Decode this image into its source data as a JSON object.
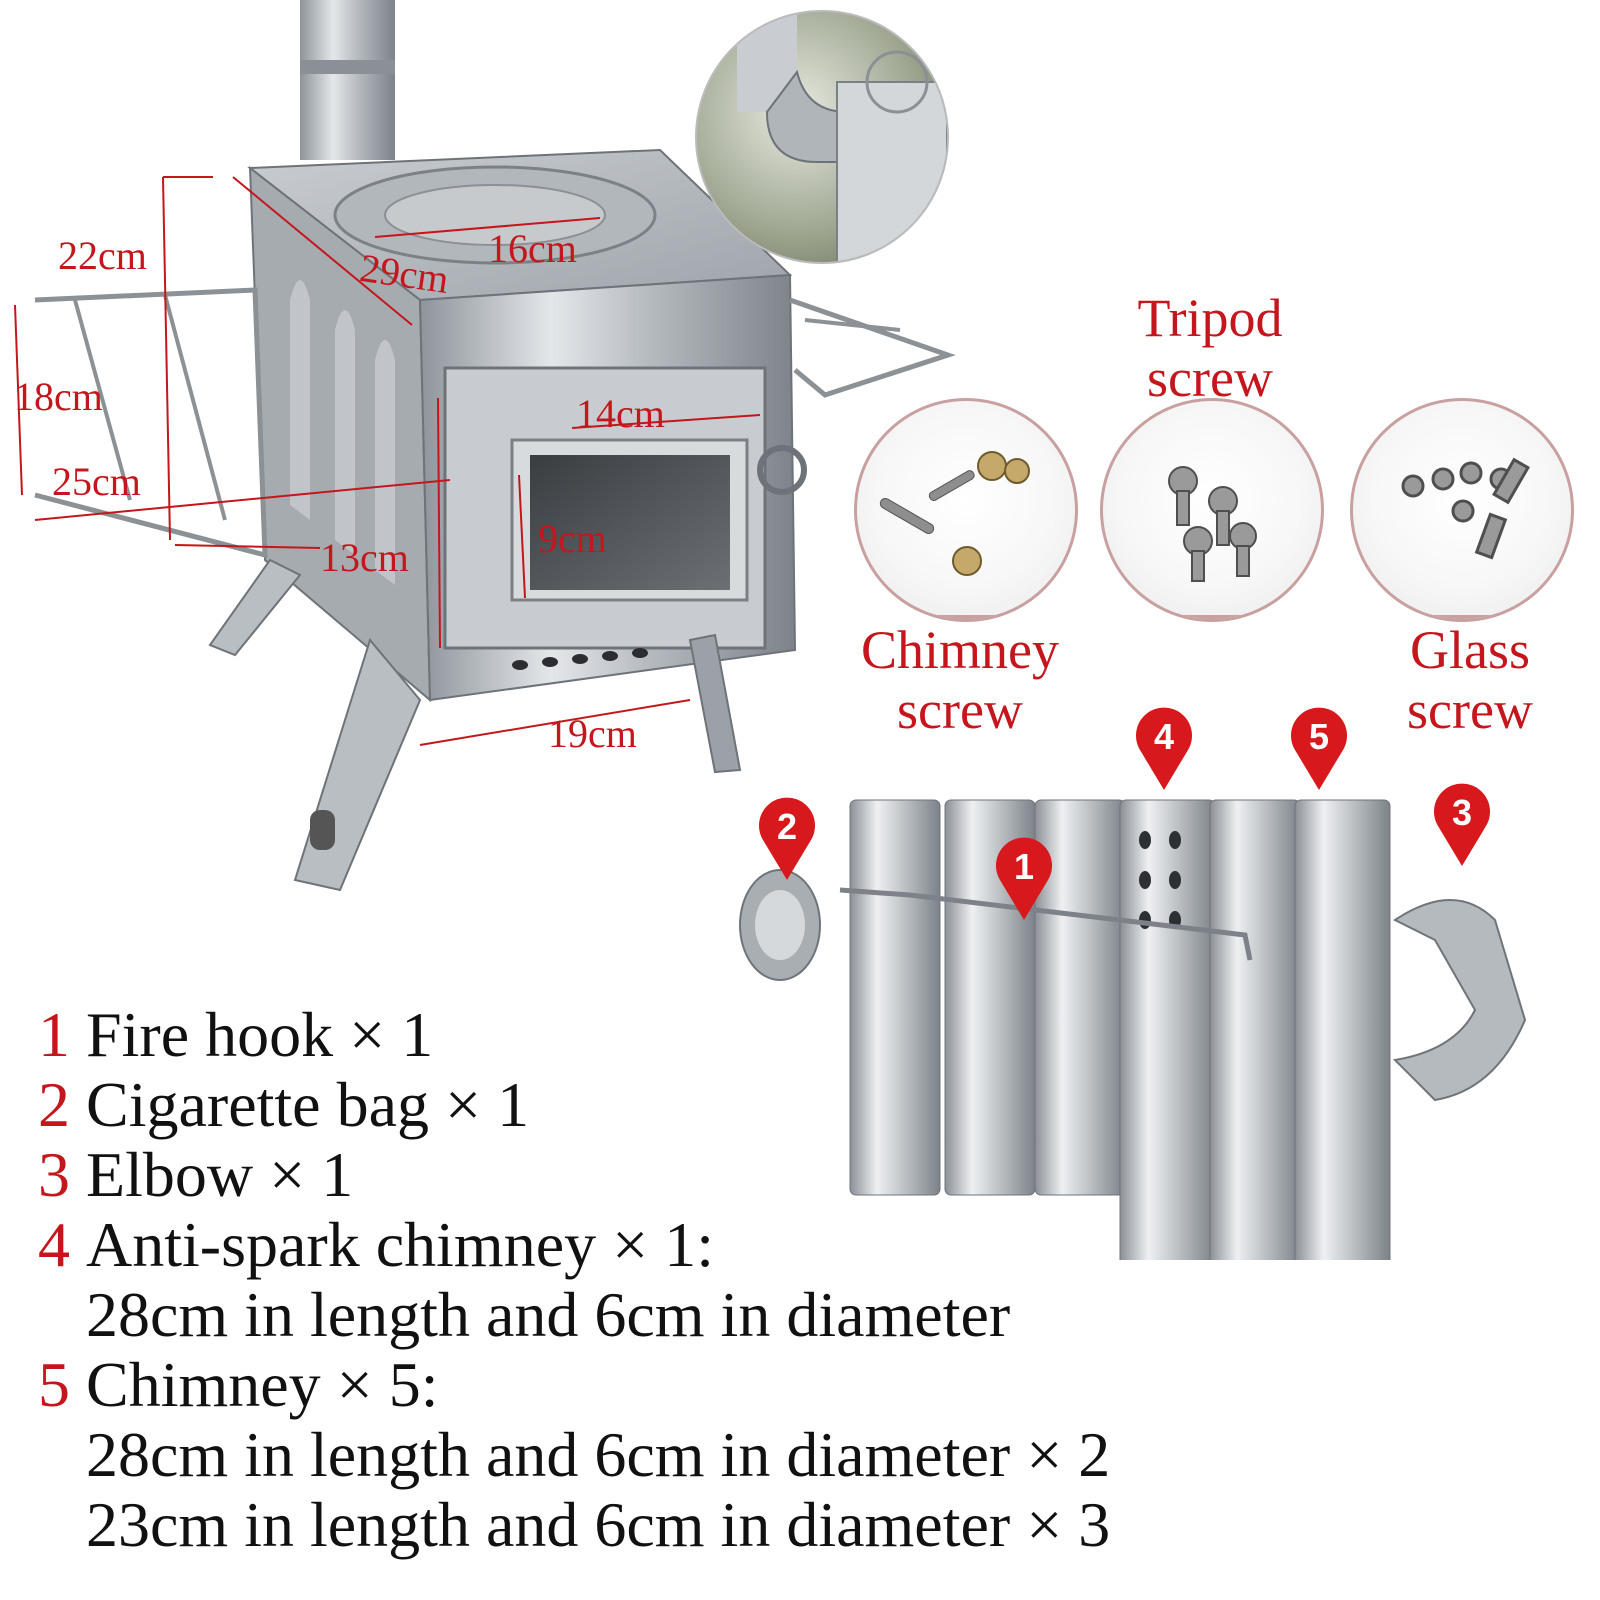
{
  "dimensions": {
    "height_top": "22cm",
    "depth_top": "29cm",
    "hole_diameter": "16cm",
    "rack_height": "18cm",
    "rack_length": "25cm",
    "door_width": "14cm",
    "door_height": "9cm",
    "side_depth": "13cm",
    "front_width": "19cm"
  },
  "screws": [
    {
      "label": "Chimney screw",
      "line1": "Chimney",
      "line2": "screw"
    },
    {
      "label": "Tripod screw",
      "line1": "Tripod",
      "line2": "screw"
    },
    {
      "label": "Glass screw",
      "line1": "Glass",
      "line2": "screw"
    }
  ],
  "pins": [
    "1",
    "2",
    "3",
    "4",
    "5"
  ],
  "parts": [
    {
      "num": "1",
      "text": "Fire hook × 1"
    },
    {
      "num": "2",
      "text": "Cigarette bag × 1"
    },
    {
      "num": "3",
      "text": "Elbow × 1"
    },
    {
      "num": "4",
      "text": "Anti-spark chimney × 1:",
      "sub": [
        "28cm in length and 6cm in diameter"
      ]
    },
    {
      "num": "5",
      "text": "Chimney × 5:",
      "sub": [
        "28cm in length and 6cm in diameter × 2",
        "23cm in length and 6cm in diameter × 3"
      ]
    }
  ],
  "colors": {
    "accent_red": "#c4161c",
    "steel": "#b8bcc0"
  }
}
